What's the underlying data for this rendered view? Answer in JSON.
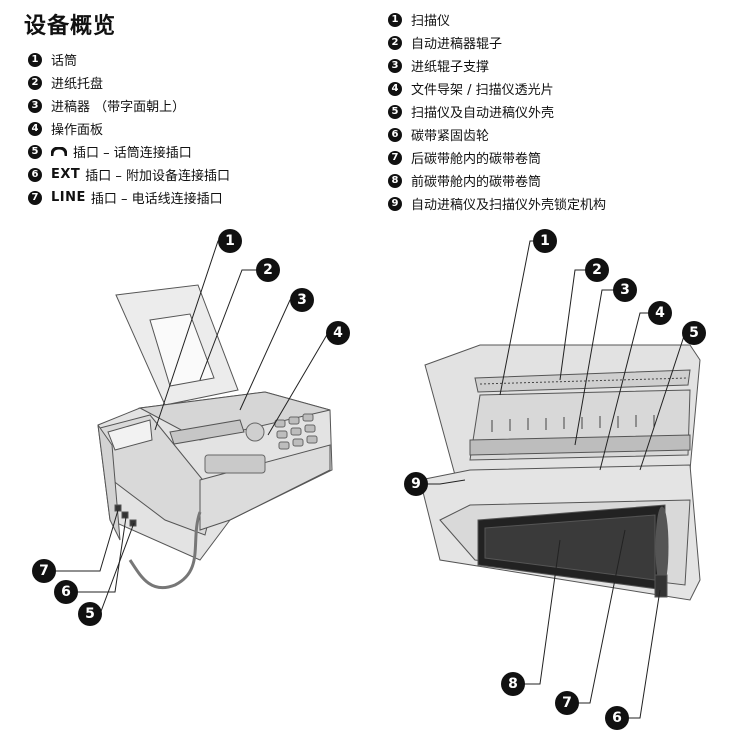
{
  "title": "设备概览",
  "front_legend": [
    {
      "num": "1",
      "label": "话筒"
    },
    {
      "num": "2",
      "label": "进纸托盘"
    },
    {
      "num": "3",
      "label": "进稿器 （带字面朝上）"
    },
    {
      "num": "4",
      "label": "操作面板"
    },
    {
      "num": "5",
      "prefix": "",
      "icon": "handset-icon",
      "label": "插口 – 话筒连接插口"
    },
    {
      "num": "6",
      "prefix": "EXT",
      "label": "插口 – 附加设备连接插口"
    },
    {
      "num": "7",
      "prefix": "LINE",
      "label": "插口 – 电话线连接插口"
    }
  ],
  "inner_legend": [
    {
      "num": "1",
      "label": "扫描仪"
    },
    {
      "num": "2",
      "label": "自动进稿器辊子"
    },
    {
      "num": "3",
      "label": "进纸辊子支撑"
    },
    {
      "num": "4",
      "label": "文件导架 / 扫描仪透光片"
    },
    {
      "num": "5",
      "label": "扫描仪及自动进稿仪外壳"
    },
    {
      "num": "6",
      "label": "碳带紧固齿轮"
    },
    {
      "num": "7",
      "label": "后碳带舱内的碳带卷筒"
    },
    {
      "num": "8",
      "label": "前碳带舱内的碳带卷筒"
    },
    {
      "num": "9",
      "label": "自动进稿仪及扫描仪外壳锁定机构"
    }
  ],
  "front_callouts": [
    "1",
    "2",
    "3",
    "4",
    "7",
    "6",
    "5"
  ],
  "inner_callouts": [
    "1",
    "2",
    "3",
    "4",
    "5",
    "9",
    "8",
    "7",
    "6"
  ]
}
